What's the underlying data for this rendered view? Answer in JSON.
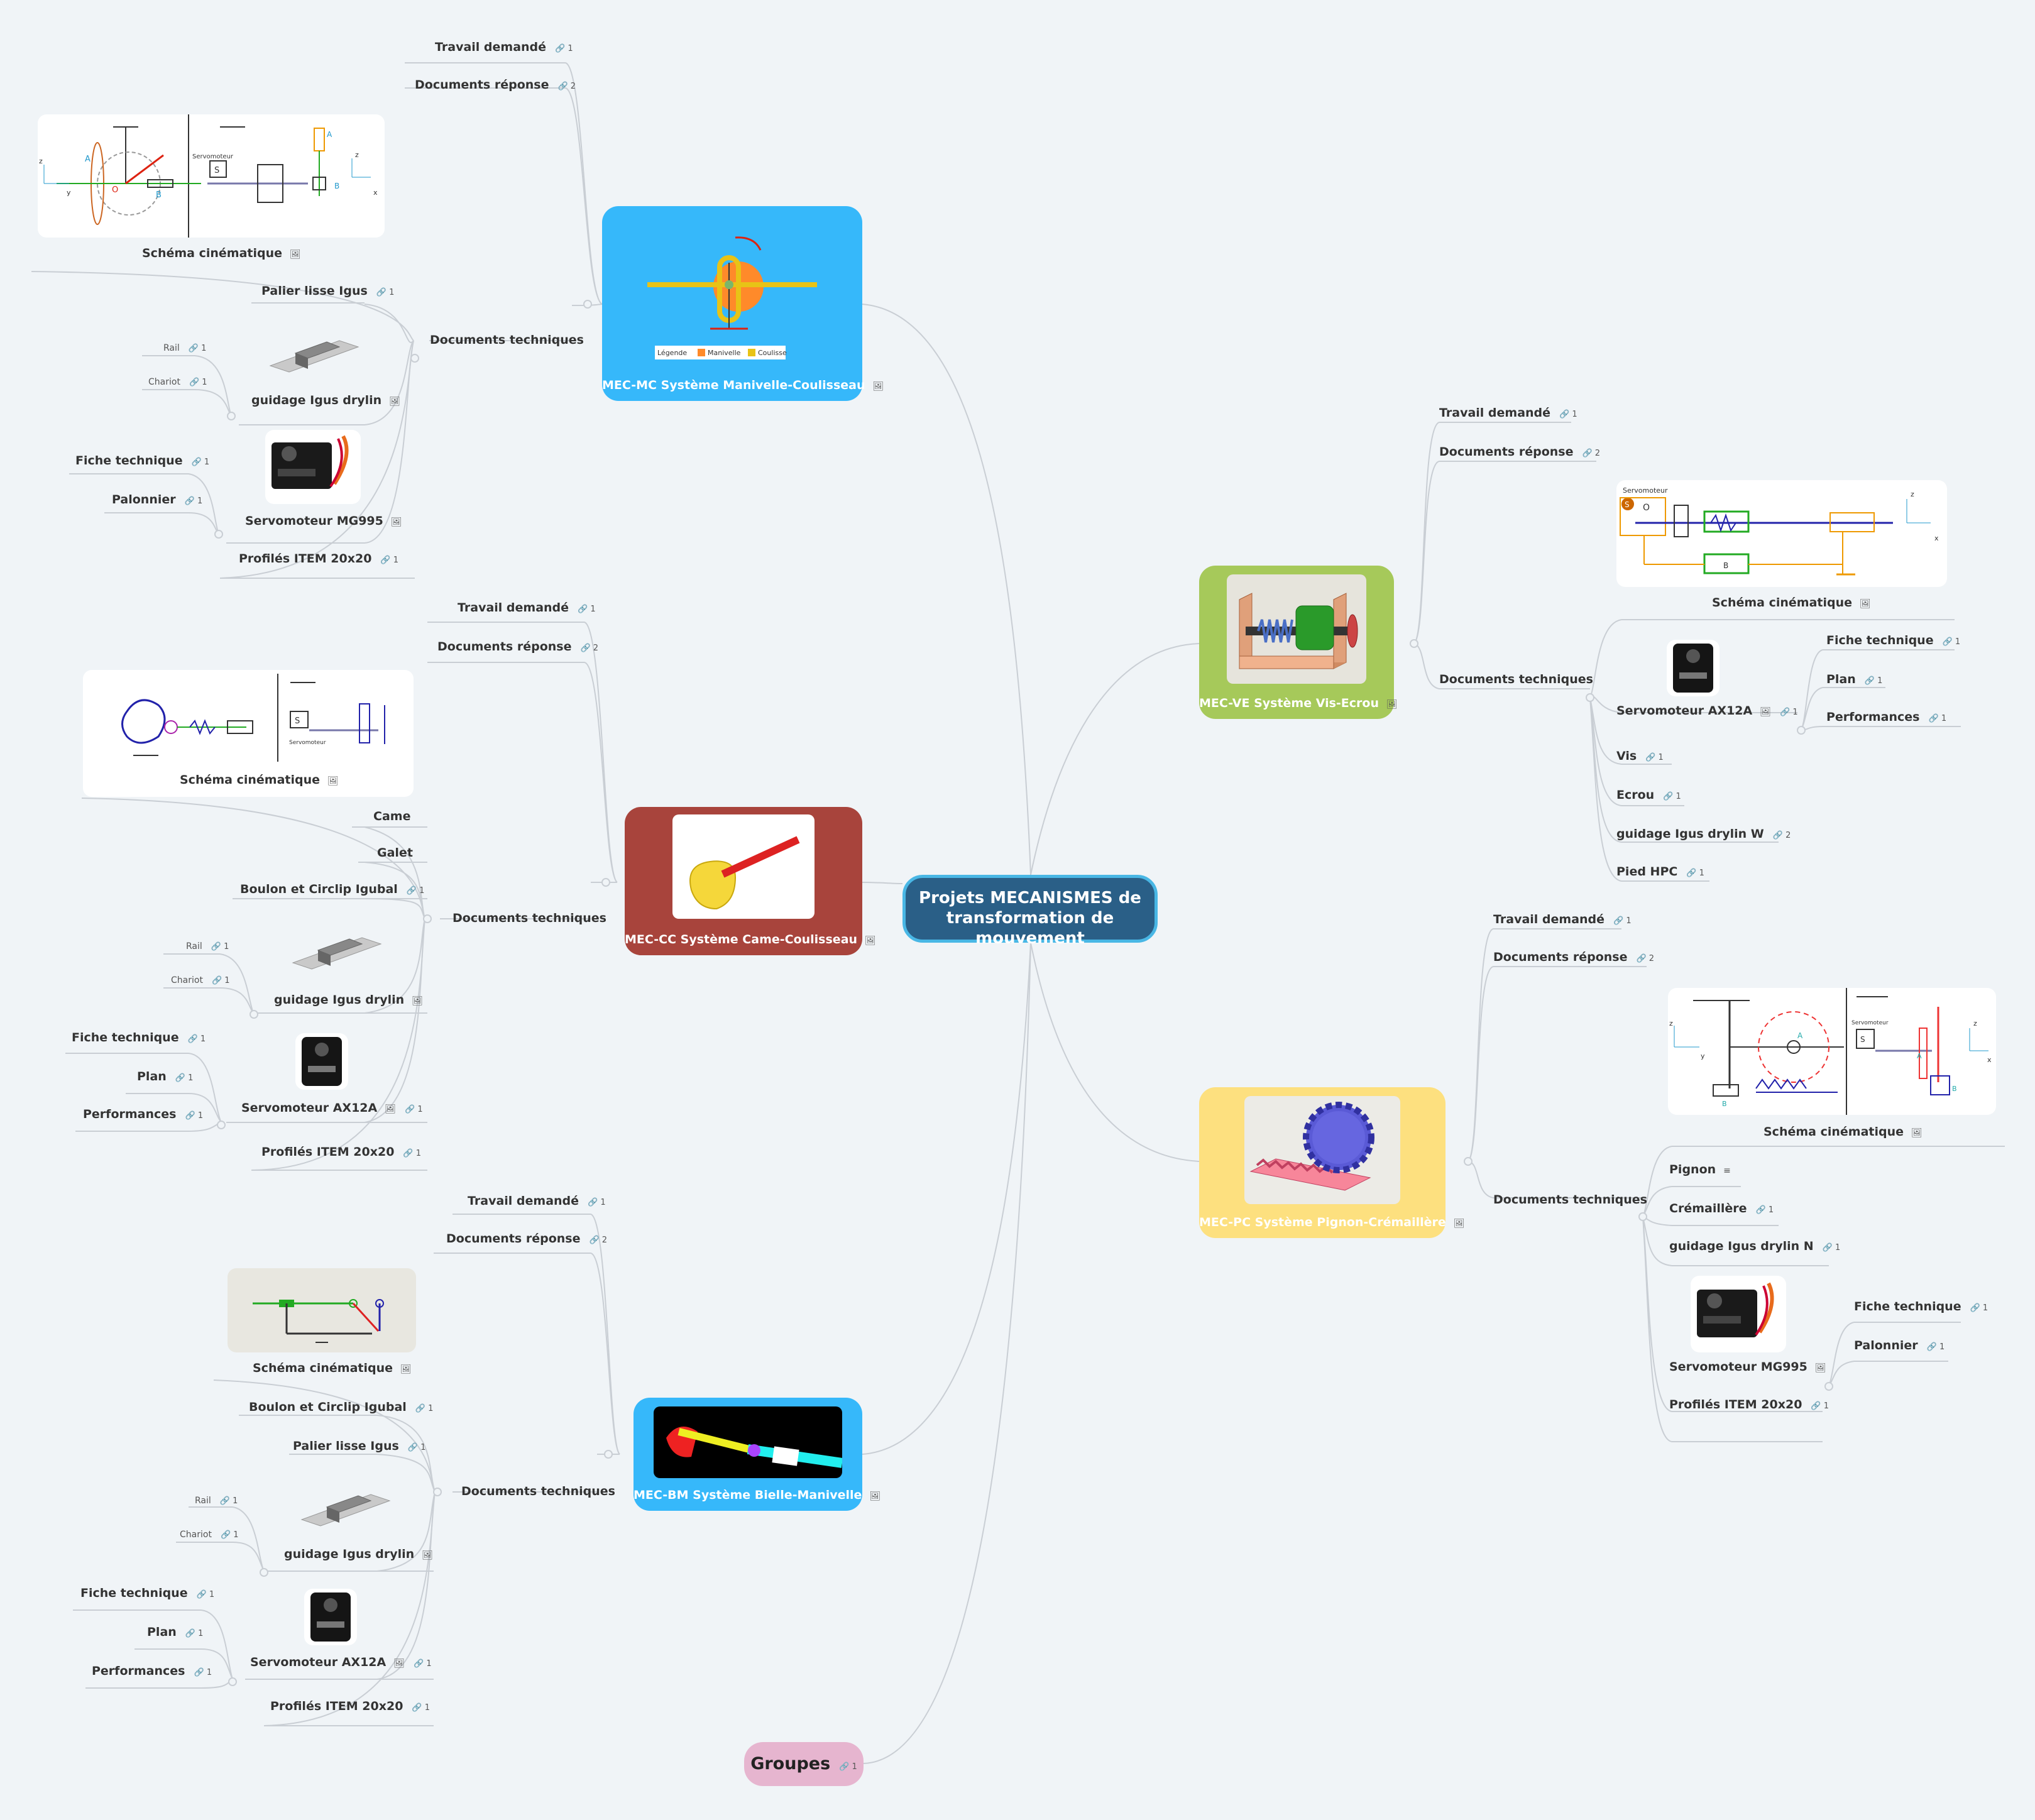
{
  "root": {
    "title_line1": "Projets MECANISMES de",
    "title_line2": "transformation de mouvement"
  },
  "colors": {
    "mc": "#36b8fa",
    "cc": "#a8443c",
    "bm": "#36b8fa",
    "ve": "#a6c95a",
    "pc": "#fde07f",
    "groupes": "#e6b5cf",
    "root": "#2a5f87",
    "wire": "#c9ced4"
  },
  "icons": {
    "link": "link-icon",
    "image": "image-icon",
    "note": "note-icon"
  },
  "groupes": {
    "label": "Groupes",
    "links": "1"
  },
  "mc": {
    "title": "MEC-MC Système Manivelle-Coulisseau",
    "legend": {
      "title": "Légende",
      "a": "Manivelle",
      "b": "Coulisse"
    },
    "travail": "Travail demandé",
    "travail_n": "1",
    "docrep": "Documents réponse",
    "docrep_n": "2",
    "schema": "Schéma cinématique",
    "schema_text": {
      "servo": "Servomoteur",
      "a": "A",
      "b": "B",
      "o": "O",
      "s": "S",
      "y": "y",
      "z": "z",
      "x": "x"
    },
    "doctech": "Documents techniques",
    "palier": "Palier lisse Igus",
    "palier_n": "1",
    "guidage": "guidage Igus drylin",
    "rail": "Rail",
    "rail_n": "1",
    "chariot": "Chariot",
    "chariot_n": "1",
    "servo": "Servomoteur MG995",
    "fiche": "Fiche technique",
    "fiche_n": "1",
    "palonnier": "Palonnier",
    "palonnier_n": "1",
    "profiles": "Profilés ITEM 20x20",
    "profiles_n": "1"
  },
  "cc": {
    "title": "MEC-CC Système Came-Coulisseau",
    "travail": "Travail demandé",
    "travail_n": "1",
    "docrep": "Documents réponse",
    "docrep_n": "2",
    "schema": "Schéma cinématique",
    "schema_text": {
      "servo": "Servomoteur",
      "s": "S"
    },
    "doctech": "Documents techniques",
    "came": "Came",
    "galet": "Galet",
    "boulon": "Boulon et Circlip Igubal",
    "boulon_n": "1",
    "guidage": "guidage Igus drylin",
    "rail": "Rail",
    "rail_n": "1",
    "chariot": "Chariot",
    "chariot_n": "1",
    "servo": "Servomoteur AX12A",
    "servo_n": "1",
    "fiche": "Fiche technique",
    "fiche_n": "1",
    "plan": "Plan",
    "plan_n": "1",
    "perf": "Performances",
    "perf_n": "1",
    "profiles": "Profilés ITEM 20x20",
    "profiles_n": "1"
  },
  "bm": {
    "title": "MEC-BM Système Bielle-Manivelle",
    "travail": "Travail demandé",
    "travail_n": "1",
    "docrep": "Documents réponse",
    "docrep_n": "2",
    "schema": "Schéma cinématique",
    "doctech": "Documents techniques",
    "boulon": "Boulon et Circlip Igubal",
    "boulon_n": "1",
    "palier": "Palier lisse Igus",
    "palier_n": "1",
    "guidage": "guidage Igus drylin",
    "rail": "Rail",
    "rail_n": "1",
    "chariot": "Chariot",
    "chariot_n": "1",
    "servo": "Servomoteur AX12A",
    "servo_n": "1",
    "fiche": "Fiche technique",
    "fiche_n": "1",
    "plan": "Plan",
    "plan_n": "1",
    "perf": "Performances",
    "perf_n": "1",
    "profiles": "Profilés ITEM 20x20",
    "profiles_n": "1"
  },
  "ve": {
    "title": "MEC-VE Système Vis-Ecrou",
    "travail": "Travail demandé",
    "travail_n": "1",
    "docrep": "Documents réponse",
    "docrep_n": "2",
    "schema": "Schéma cinématique",
    "schema_text": {
      "servo": "Servomoteur",
      "s": "S",
      "o": "O",
      "b": "B",
      "z": "z",
      "x": "x"
    },
    "doctech": "Documents techniques",
    "servo": "Servomoteur AX12A",
    "servo_n": "1",
    "fiche": "Fiche technique",
    "fiche_n": "1",
    "plan": "Plan",
    "plan_n": "1",
    "perf": "Performances",
    "perf_n": "1",
    "vis": "Vis",
    "vis_n": "1",
    "ecrou": "Ecrou",
    "ecrou_n": "1",
    "guidage": "guidage Igus drylin W",
    "guidage_n": "2",
    "pied": "Pied HPC",
    "pied_n": "1"
  },
  "pc": {
    "title": "MEC-PC Système Pignon-Crémaillère",
    "travail": "Travail demandé",
    "travail_n": "1",
    "docrep": "Documents réponse",
    "docrep_n": "2",
    "schema": "Schéma cinématique",
    "schema_text": {
      "servo": "Servomoteur",
      "a": "A",
      "b": "B",
      "s": "S",
      "y": "y",
      "z": "z",
      "x": "x"
    },
    "doctech": "Documents techniques",
    "pignon": "Pignon",
    "cremaillere": "Crémaillère",
    "cremaillere_n": "1",
    "guidage": "guidage Igus drylin N",
    "guidage_n": "1",
    "servo": "Servomoteur MG995",
    "fiche": "Fiche technique",
    "fiche_n": "1",
    "palonnier": "Palonnier",
    "palonnier_n": "1",
    "profiles": "Profilés ITEM 20x20",
    "profiles_n": "1"
  }
}
